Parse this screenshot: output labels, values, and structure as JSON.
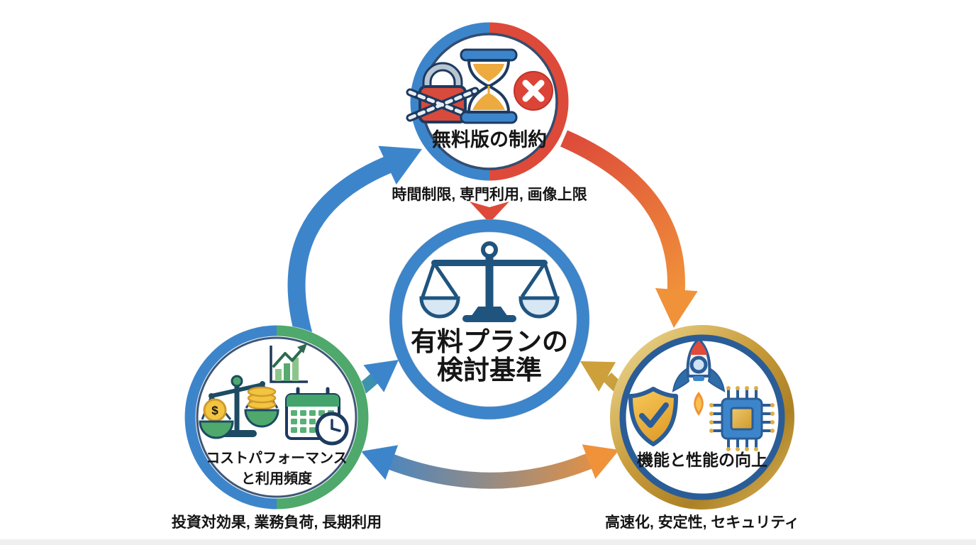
{
  "diagram": {
    "center": {
      "label_line1": "有料プランの",
      "label_line2": "検討基準",
      "icon": "balance-scale-icon"
    },
    "nodes": {
      "top": {
        "label": "無料版の制約",
        "sublabel": "時間制限, 専門利用, 画像上限",
        "icons": [
          "chained-lock-icon",
          "hourglass-icon",
          "x-mark-icon"
        ]
      },
      "left": {
        "label_line1": "コストパフォーマンス",
        "label_line2": "と利用頻度",
        "sublabel": "投資対効果, 業務負荷, 長期利用",
        "icons": [
          "tilted-balance-coins-icon",
          "growth-bar-chart-icon",
          "calendar-clock-icon"
        ]
      },
      "right": {
        "label": "機能と性能の向上",
        "sublabel": "高速化, 安定性, セキュリティ",
        "icons": [
          "shield-check-icon",
          "rocket-icon",
          "cpu-chip-icon"
        ]
      }
    },
    "dollar_sign": "$"
  },
  "colors": {
    "blue": "#3d85cb",
    "blue-deep": "#2a5d97",
    "navy": "#1d3a5f",
    "red": "#dd4a3a",
    "orange": "#f0923a",
    "green": "#4fa86c",
    "gold": "#c79b3a",
    "gold-light": "#ecd68f",
    "teal": "#41a08b",
    "coin": "#f3c440",
    "sand": "#ecaa3f",
    "ink": "#151515",
    "bg": "#ffffff"
  }
}
